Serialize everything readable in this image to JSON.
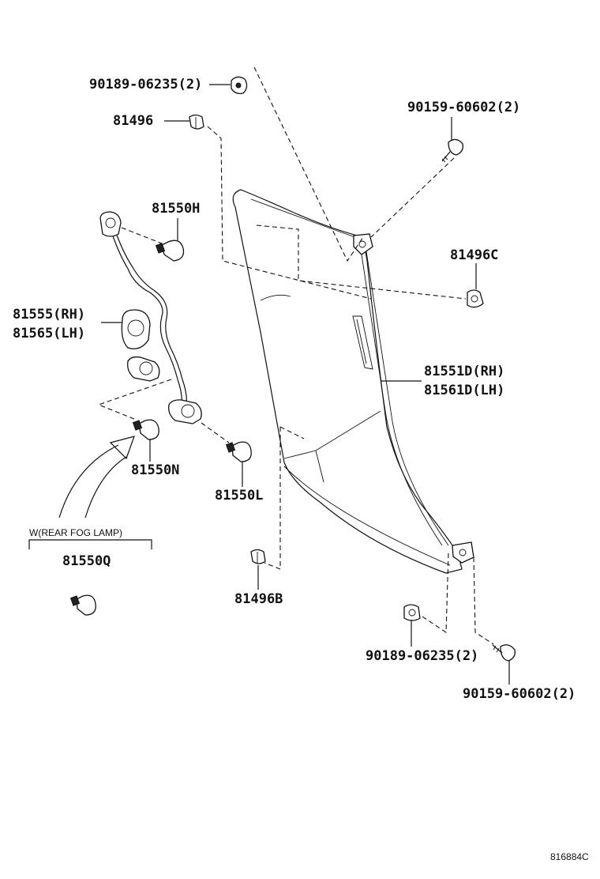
{
  "labels": {
    "clip_90189_top": "90189-06235(2)",
    "clip_81496": "81496",
    "screw_90159_top": "90159-60602(2)",
    "bulb_81550H": "81550H",
    "clip_81496C": "81496C",
    "socket_rh": "81555(RH)",
    "socket_lh": "81565(LH)",
    "lamp_rh": "81551D(RH)",
    "lamp_lh": "81561D(LH)",
    "bulb_81550N": "81550N",
    "bulb_81550L": "81550L",
    "option_note": "W(REAR FOG LAMP)",
    "bulb_81550Q": "81550Q",
    "clip_81496B": "81496B",
    "clip_90189_bottom": "90189-06235(2)",
    "screw_90159_bottom": "90159-60602(2)"
  },
  "catalog_code": "816884C",
  "icons": [
    "lamp-housing-icon",
    "wire-harness-icon",
    "bulb-icon",
    "clip-icon",
    "screw-icon",
    "arrow-icon"
  ]
}
